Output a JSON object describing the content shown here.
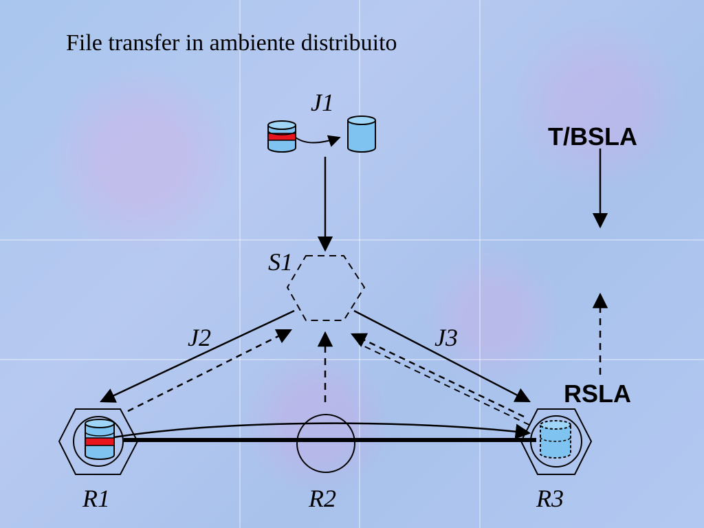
{
  "title": "File transfer in ambiente distribuito",
  "labels": {
    "j1": "J1",
    "j2": "J2",
    "j3": "J3",
    "s1": "S1",
    "r1": "R1",
    "r2": "R2",
    "r3": "R3",
    "tbsla": "T/BSLA",
    "rsla": "RSLA"
  },
  "colors": {
    "storage_fill": "#7fc4f0",
    "storage_band": "#e8141e",
    "line": "#000000"
  }
}
